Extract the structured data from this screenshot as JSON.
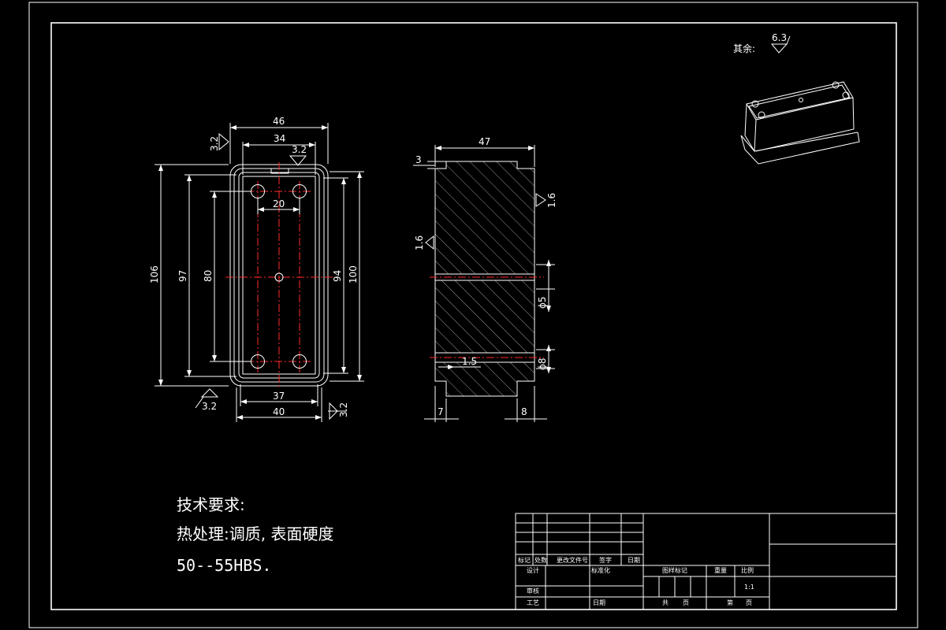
{
  "surface_note": {
    "label": "其余:",
    "roughness": "6.3"
  },
  "front_view": {
    "dims": {
      "width_46": "46",
      "width_34": "34",
      "roughness_top": "3.2",
      "roughness_topleft": "3.2",
      "hole_spacing_20": "20",
      "height_106": "106",
      "height_97": "97",
      "height_80": "80",
      "height_94": "94",
      "height_100": "100",
      "width_37": "37",
      "width_40": "40",
      "roughness_bottomleft": "3.2",
      "roughness_bottomright": "3.2"
    }
  },
  "section_view": {
    "dims": {
      "width_47": "47",
      "step_3": "3",
      "roughness_right": "1.6",
      "roughness_left": "1.6",
      "dia_5": "ϕ5",
      "dia_8": "ϕ8",
      "inner_1_5": "1.5",
      "step_7": "7",
      "step_8": "8"
    }
  },
  "tech_requirements": {
    "heading": "技术要求:",
    "line1": "热处理:调质, 表面硬度",
    "line2": "50--55HBS."
  },
  "title_block": {
    "h_mark": "标记",
    "h_count": "处数",
    "h_zone": "更改文件号",
    "h_sign": "签字",
    "h_date": "日期",
    "design": "设计",
    "standardize": "标准化",
    "review": "审核",
    "process": "工艺",
    "date": "日期",
    "stage_mark": "图样标记",
    "weight": "重量",
    "scale": "比例",
    "scale_value": "1:1",
    "total": "共",
    "sheet_unit1": "页",
    "sheet": "第",
    "sheet_unit2": "页"
  },
  "colors": {
    "background": "#000000",
    "lines": "#ffffff",
    "center_lines": "#ff2a2a"
  }
}
